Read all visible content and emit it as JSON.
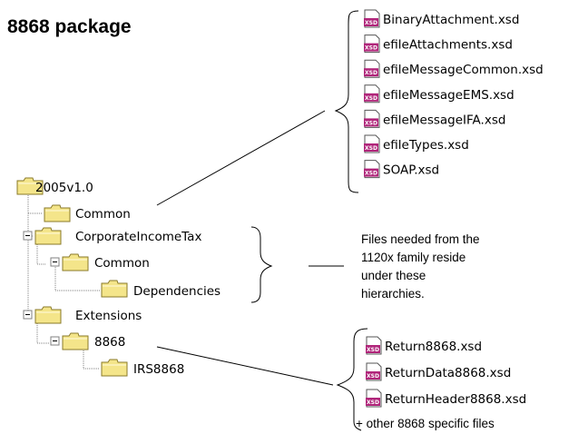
{
  "title": "8868 package",
  "tree": [
    {
      "label": "2005v1.0",
      "id": "root"
    },
    {
      "label": "Common",
      "id": "common"
    },
    {
      "label": "CorporateIncomeTax",
      "id": "corporate-income-tax"
    },
    {
      "label": "Common",
      "id": "cit-common"
    },
    {
      "label": "Dependencies",
      "id": "dependencies"
    },
    {
      "label": "Extensions",
      "id": "extensions"
    },
    {
      "label": "8868",
      "id": "8868"
    },
    {
      "label": "IRS8868",
      "id": "irs8868"
    }
  ],
  "common_files": [
    "BinaryAttachment.xsd",
    "efileAttachments.xsd",
    "efileMessageCommon.xsd",
    "efileMessageEMS.xsd",
    "efileMessageIFA.xsd",
    "efileTypes.xsd",
    "SOAP.xsd"
  ],
  "return_files": [
    "Return8868.xsd",
    "ReturnData8868.xsd",
    "ReturnHeader8868.xsd"
  ],
  "return_files_note": "+ other 8868 specific files",
  "note_lines": [
    "Files needed from the",
    "1120x family reside",
    "under these",
    "hierarchies."
  ],
  "xsd_badge": "XSD",
  "colors": {
    "folder_fill": "#f4e58a",
    "folder_stroke": "#8a7a2a",
    "xsd_badge": "#b0257a"
  }
}
